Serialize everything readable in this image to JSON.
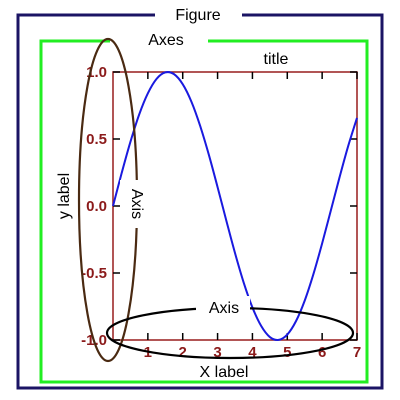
{
  "labels": {
    "figure": "Figure",
    "axes": "Axes",
    "title": "title",
    "axis_horizontal": "Axis",
    "axis_vertical": "Axis",
    "xlabel": "X label",
    "ylabel": "y label"
  },
  "colors": {
    "figure_border": "#1b1464",
    "axes_border": "#22ee22",
    "plot_frame": "#9e2b2b",
    "tick_labels": "#8b1a1a",
    "curve": "#1a1adf",
    "x_axis_ellipse": "#000000",
    "y_axis_ellipse": "#4a2a12"
  },
  "chart_data": {
    "type": "line",
    "title": "title",
    "xlabel": "X label",
    "ylabel": "y label",
    "xlim": [
      0,
      7
    ],
    "ylim": [
      -1.0,
      1.0
    ],
    "x_ticks": [
      1,
      2,
      3,
      4,
      5,
      6,
      7
    ],
    "x_tick_labels": [
      "1",
      "2",
      "3",
      "4",
      "5",
      "6",
      "7"
    ],
    "y_ticks": [
      1.0,
      0.5,
      0.0,
      -0.5,
      -1.0
    ],
    "y_tick_labels": [
      "1.0",
      "0.5",
      "0.0",
      "-0.5",
      "-1.0"
    ],
    "grid": false,
    "series": [
      {
        "values_fn": "sin(x)",
        "x": [
          0.0,
          0.25,
          0.5,
          0.75,
          1.0,
          1.25,
          1.5,
          1.75,
          2.0,
          2.25,
          2.5,
          2.75,
          3.0,
          3.25,
          3.5,
          3.75,
          4.0,
          4.25,
          4.5,
          4.75,
          5.0,
          5.25,
          5.5,
          5.75,
          6.0,
          6.25,
          6.5,
          6.75,
          7.0
        ],
        "y": [
          0.0,
          0.247,
          0.479,
          0.682,
          0.841,
          0.949,
          0.997,
          0.984,
          0.909,
          0.778,
          0.598,
          0.382,
          0.141,
          -0.108,
          -0.351,
          -0.572,
          -0.757,
          -0.895,
          -0.978,
          -0.999,
          -0.959,
          -0.859,
          -0.706,
          -0.508,
          -0.279,
          -0.033,
          0.215,
          0.45,
          0.657
        ]
      }
    ]
  }
}
